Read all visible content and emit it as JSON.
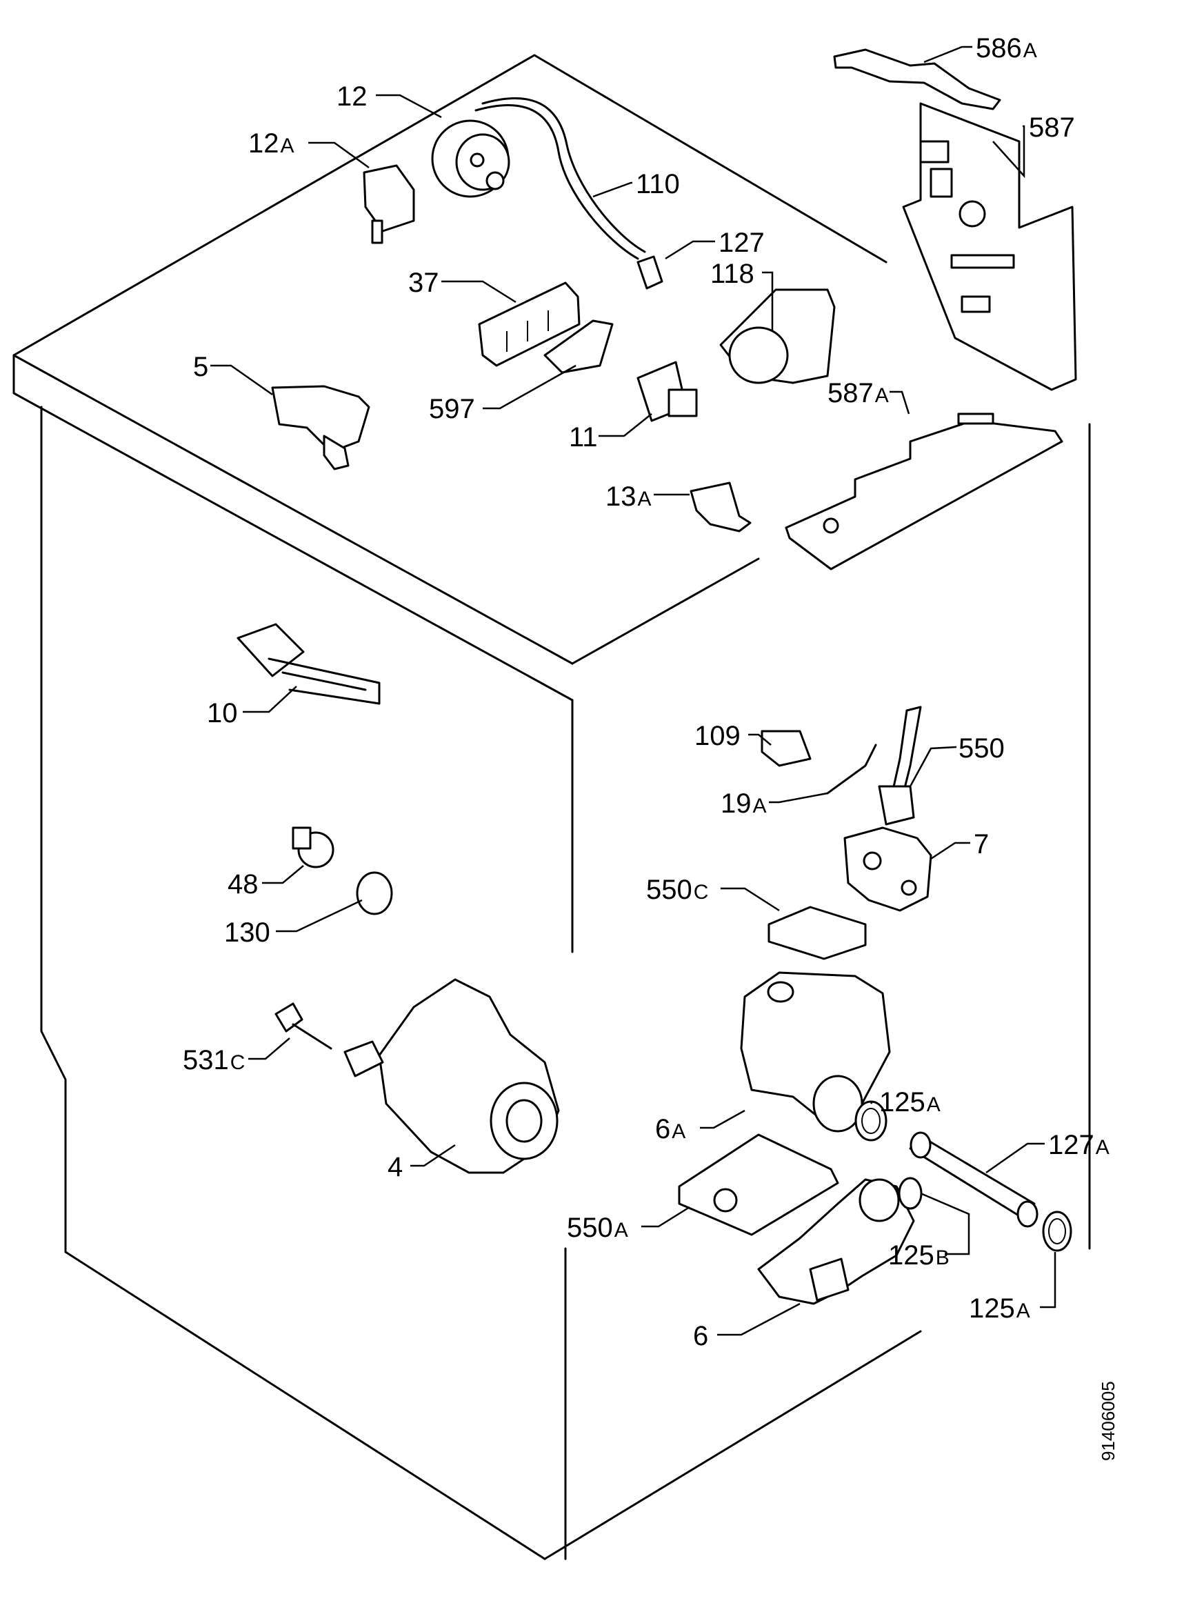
{
  "diagram": {
    "drawing_code": "91406005",
    "callouts": [
      {
        "id": "586A",
        "num": "586",
        "suffix": "A"
      },
      {
        "id": "587",
        "num": "587",
        "suffix": ""
      },
      {
        "id": "12",
        "num": "12",
        "suffix": ""
      },
      {
        "id": "12A",
        "num": "12",
        "suffix": "A"
      },
      {
        "id": "110",
        "num": "110",
        "suffix": ""
      },
      {
        "id": "127",
        "num": "127",
        "suffix": ""
      },
      {
        "id": "118",
        "num": "118",
        "suffix": ""
      },
      {
        "id": "37",
        "num": "37",
        "suffix": ""
      },
      {
        "id": "5",
        "num": "5",
        "suffix": ""
      },
      {
        "id": "597",
        "num": "597",
        "suffix": ""
      },
      {
        "id": "587A",
        "num": "587",
        "suffix": "A"
      },
      {
        "id": "11",
        "num": "11",
        "suffix": ""
      },
      {
        "id": "13A",
        "num": "13",
        "suffix": "A"
      },
      {
        "id": "10",
        "num": "10",
        "suffix": ""
      },
      {
        "id": "109",
        "num": "109",
        "suffix": ""
      },
      {
        "id": "550",
        "num": "550",
        "suffix": ""
      },
      {
        "id": "19A",
        "num": "19",
        "suffix": "A"
      },
      {
        "id": "7",
        "num": "7",
        "suffix": ""
      },
      {
        "id": "48",
        "num": "48",
        "suffix": ""
      },
      {
        "id": "550C",
        "num": "550",
        "suffix": "C"
      },
      {
        "id": "130",
        "num": "130",
        "suffix": ""
      },
      {
        "id": "531C",
        "num": "531",
        "suffix": "C"
      },
      {
        "id": "125A_top",
        "num": "125",
        "suffix": "A"
      },
      {
        "id": "6A",
        "num": "6",
        "suffix": "A"
      },
      {
        "id": "127A",
        "num": "127",
        "suffix": "A"
      },
      {
        "id": "4",
        "num": "4",
        "suffix": ""
      },
      {
        "id": "125B",
        "num": "125",
        "suffix": "B"
      },
      {
        "id": "550A",
        "num": "550",
        "suffix": "A"
      },
      {
        "id": "125A_bottom",
        "num": "125",
        "suffix": "A"
      },
      {
        "id": "6",
        "num": "6",
        "suffix": ""
      }
    ]
  }
}
